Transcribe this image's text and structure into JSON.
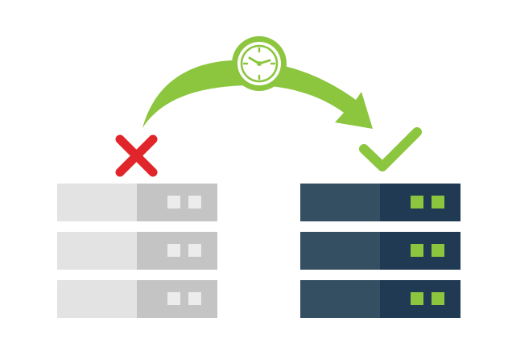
{
  "colors": {
    "background": "#ffffff",
    "arrow": "#8cc63f",
    "clock_face": "#ffffff",
    "clock_detail": "#8cc63f",
    "fail_mark": "#e0262a",
    "success_mark": "#8cc63f",
    "source_server_front": "#e3e3e3",
    "source_server_panel": "#c4c4c4",
    "source_server_led": "#ececec",
    "target_server_front": "#354f62",
    "target_server_panel": "#1f3a52",
    "target_server_led": "#8cc63f"
  },
  "icons": {
    "arrow": "curved-arrow-icon",
    "clock": "clock-icon",
    "fail": "cross-icon",
    "success": "checkmark-icon"
  },
  "source_server": {
    "state": "failed",
    "units": [
      {
        "leds": 2
      },
      {
        "leds": 2
      },
      {
        "leds": 2
      }
    ]
  },
  "target_server": {
    "state": "active",
    "units": [
      {
        "leds": 2
      },
      {
        "leds": 2
      },
      {
        "leds": 2
      }
    ]
  }
}
